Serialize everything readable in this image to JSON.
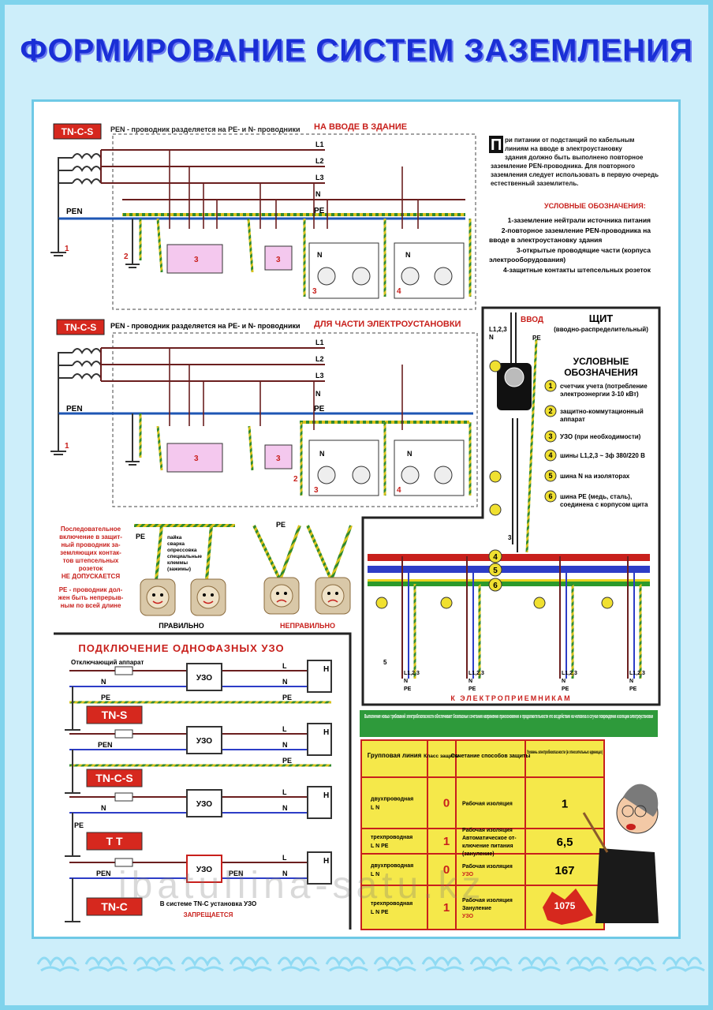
{
  "title": "ФОРМИРОВАНИЕ СИСТЕМ ЗАЗЕМЛЕНИЯ",
  "s1": {
    "tag": "TN-C-S",
    "caption": "PEN - проводник разделяется на PE- и N- проводники",
    "where": "НА ВВОДЕ В ЗДАНИЕ",
    "pen": "PEN",
    "l1": "L1",
    "l2": "L2",
    "l3": "L3",
    "n": "N",
    "pe": "PE",
    "n1": "1",
    "n2": "2",
    "n3a": "3",
    "n3b": "3",
    "n3c": "3",
    "n4": "4",
    "nN1": "N",
    "nN2": "N"
  },
  "note": {
    "text1": "При питании от подстанций по кабельным линиям на вводе в электроустановку здания должно быть выполнено повторное заземление PEN-проводника. Для повторного заземления следует использовать в первую очередь естественный заземлитель.",
    "legend_title": "УСЛОВНЫЕ ОБОЗНАЧЕНИЯ:",
    "items": [
      "1-заземление нейтрали источника питания",
      "2-повторное заземление PEN-проводника на",
      "вводе в электроустановку здания",
      "3-открытые проводящие части (корпуса",
      "электрооборудования)",
      "4-защитные контакты штепсельных розеток"
    ]
  },
  "s2": {
    "tag": "TN-C-S",
    "caption": "PEN - проводник разделяется на PE- и N- проводники",
    "where": "ДЛЯ ЧАСТИ ЭЛЕКТРОУСТАНОВКИ",
    "pen": "PEN",
    "l1": "L1",
    "l2": "L2",
    "l3": "L3",
    "n": "N",
    "pe": "PE",
    "n1": "1",
    "n2": "2",
    "n3a": "3",
    "n3b": "3",
    "n3c": "3",
    "n4": "4",
    "nN1": "N",
    "nN2": "N"
  },
  "shield": {
    "vvod": "ВВОД",
    "title": "ЩИТ",
    "subtitle": "(вводно-распределительный)",
    "lines": "L1,2,3",
    "n": "N",
    "pe": "PE",
    "legend_title1": "УСЛОВНЫЕ",
    "legend_title2": "ОБОЗНАЧЕНИЯ",
    "items": [
      {
        "num": "1",
        "text1": "счетчик учета (потребление",
        "text2": "электроэнергии 3-10 кВт)"
      },
      {
        "num": "2",
        "text1": "защитно-коммутационный",
        "text2": "аппарат"
      },
      {
        "num": "3",
        "text1": "УЗО (при необходимости)",
        "text2": ""
      },
      {
        "num": "4",
        "text1": "шины L1,2,3 ~ 3ф 380/220 В",
        "text2": ""
      },
      {
        "num": "5",
        "text1": "шина N на изоляторах",
        "text2": ""
      },
      {
        "num": "6",
        "text1": "шина PE (медь, сталь),",
        "text2": "соединена с корпусом щита"
      }
    ],
    "bottom": "К ЭЛЕКТРОПРИЕМНИКАМ",
    "bus4": "4",
    "bus5": "5",
    "bus6": "6",
    "lnpe": [
      "L1,2,3",
      "N",
      "PE"
    ],
    "n5": "5",
    "n3": "3"
  },
  "sockets": {
    "warn1": "Последовательное",
    "warn2": "включение в защит-",
    "warn3": "ный проводник за-",
    "warn4": "земляющих контак-",
    "warn5": "тов штепсельных",
    "warn6": "розеток",
    "warn7": "НЕ ДОПУСКАЕТСЯ",
    "pe_note1": "PE - проводник дол-",
    "pe_note2": "жен быть непрерыв-",
    "pe_note3": "ным по всей длине",
    "pe": "PE",
    "pe2": "PE",
    "methods": [
      "пайка",
      "сварка",
      "опрессовка",
      "специальные",
      "клеммы",
      "(зажимы)"
    ],
    "good": "ПРАВИЛЬНО",
    "bad": "НЕПРАВИЛЬНО"
  },
  "uzo": {
    "title": "ПОДКЛЮЧЕНИЕ ОДНОФАЗНЫХ УЗО",
    "switch": "Отключающий аппарат",
    "uzo": "УЗО",
    "h": "Н",
    "l": "L",
    "n": "N",
    "pe": "PE",
    "pen": "PEN",
    "systems": [
      "TN-S",
      "TN-C-S",
      "T T",
      "TN-C"
    ],
    "tnc_note": "В системе TN-C установка УЗО",
    "tnc_forbid": "ЗАПРЕЩАЕТСЯ"
  },
  "table": {
    "banner": "Выполнение новых требований электробезопасности обеспечивает безопасные сочетания напряжения прикосновения и продолжительности его воздействия на человека в случае повреждения изоляции электроустановки",
    "headers": [
      "Групповая линия",
      "Класс защиты",
      "Сочетание способов защиты",
      "Уровень электробезопасности (в относительных единицах)"
    ],
    "rows": [
      {
        "line1": "двухпроводная",
        "line2": "L N",
        "cls": "0",
        "prot": [
          "Рабочая изоляция"
        ],
        "level": "1"
      },
      {
        "line1": "трехпроводная",
        "line2": "L N PE",
        "cls": "1",
        "prot": [
          "Рабочая изоляция",
          "Автоматическое от-",
          "ключение питания",
          "(зануление)"
        ],
        "level": "6,5"
      },
      {
        "line1": "двухпроводная",
        "line2": "L N",
        "cls": "0",
        "prot": [
          "Рабочая изоляция",
          "УЗО"
        ],
        "level": "167"
      },
      {
        "line1": "трехпроводная",
        "line2": "L N PE",
        "cls": "1",
        "prot": [
          "Рабочая изоляция",
          "Зануление",
          "УЗО"
        ],
        "level": "1075"
      }
    ]
  },
  "watermark": "ibatullina-satu.kz"
}
